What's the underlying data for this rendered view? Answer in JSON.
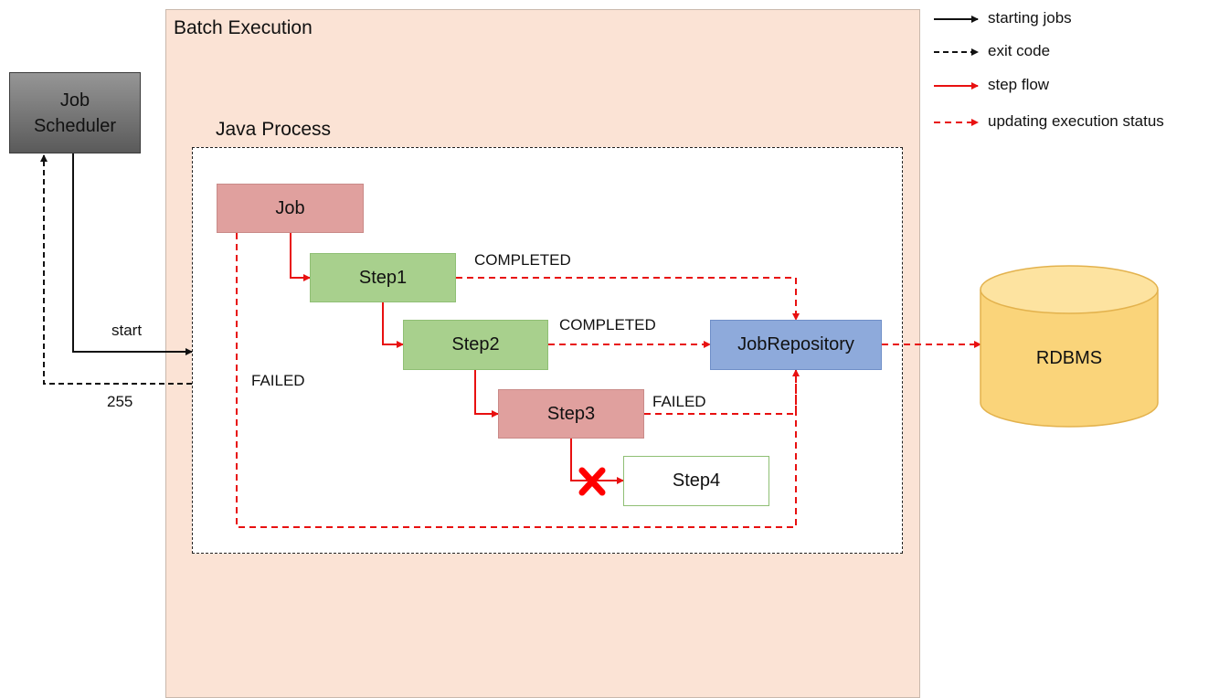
{
  "batch_execution": {
    "title": "Batch Execution"
  },
  "java_process": {
    "title": "Java Process"
  },
  "scheduler": {
    "line1": "Job",
    "line2": "Scheduler"
  },
  "nodes": {
    "job": "Job",
    "step1": "Step1",
    "step2": "Step2",
    "step3": "Step3",
    "step4": "Step4",
    "repository": "JobRepository",
    "database": "RDBMS"
  },
  "edge_labels": {
    "start": "start",
    "exit_code": "255",
    "failed_job": "FAILED",
    "step1_status": "COMPLETED",
    "step2_status": "COMPLETED",
    "step3_status": "FAILED"
  },
  "legend": {
    "starting_jobs": "starting jobs",
    "exit_code": "exit code",
    "step_flow": "step flow",
    "updating_status": "updating execution status"
  },
  "colors": {
    "black": "#111111",
    "red": "#e81010",
    "job_fill": "#e0a09e",
    "step_fill": "#a8d08d",
    "repo_fill": "#8eaadb",
    "db_fill": "#fad47a",
    "batch_bg": "#fbe3d5"
  }
}
